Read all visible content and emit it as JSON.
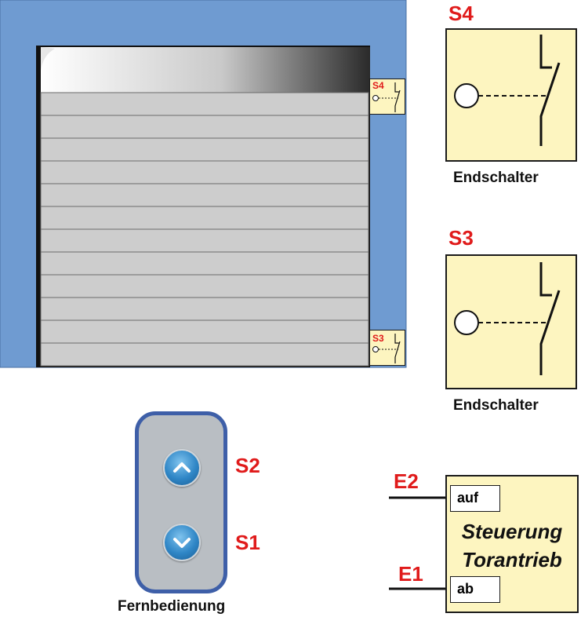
{
  "door": {
    "switch_top_label": "S4",
    "switch_bottom_label": "S3"
  },
  "switch_s4": {
    "label": "S4",
    "caption": "Endschalter"
  },
  "switch_s3": {
    "label": "S3",
    "caption": "Endschalter"
  },
  "remote": {
    "up_label": "S2",
    "down_label": "S1",
    "caption": "Fernbedienung"
  },
  "controller": {
    "input_up_label": "E2",
    "input_down_label": "E1",
    "terminal_up": "auf",
    "terminal_down": "ab",
    "title_line1": "Steuerung",
    "title_line2": "Torantrieb"
  },
  "colors": {
    "wall": "#6f9bd1",
    "box_fill": "#fdf5c0",
    "label_red": "#e01b1b",
    "remote_border": "#3e5fa8"
  }
}
